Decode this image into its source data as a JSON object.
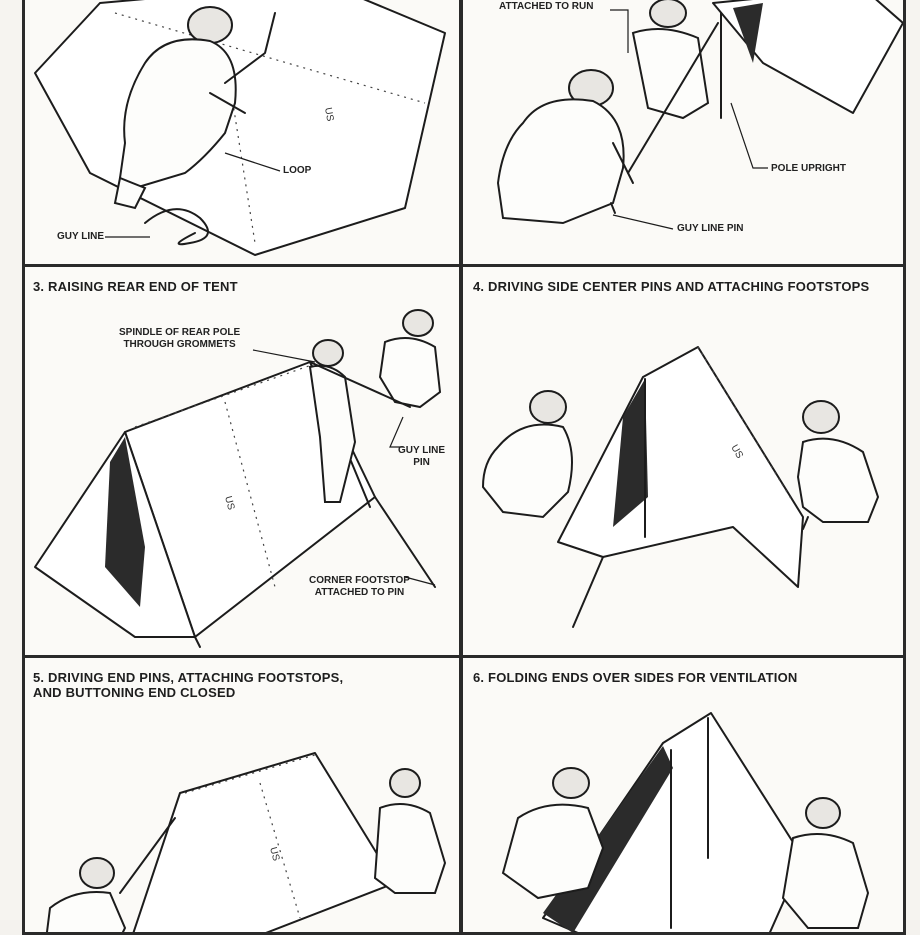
{
  "panels": {
    "p1": {
      "callouts": {
        "loop": "LOOP",
        "guy_line": "GUY LINE"
      }
    },
    "p2": {
      "callouts": {
        "attached_to_run": "ATTACHED TO RUN",
        "pole_upright": "POLE UPRIGHT",
        "guy_line_pin": "GUY LINE PIN"
      }
    },
    "p3": {
      "caption": "3. RAISING REAR END OF TENT",
      "callouts": {
        "spindle": "SPINDLE OF REAR POLE\nTHROUGH GROMMETS",
        "guy_line_pin": "GUY LINE\nPIN",
        "corner_footstop": "CORNER FOOTSTOP\nATTACHED TO PIN"
      }
    },
    "p4": {
      "caption": "4. DRIVING SIDE CENTER PINS AND ATTACHING FOOTSTOPS"
    },
    "p5": {
      "caption": "5. DRIVING END PINS, ATTACHING FOOTSTOPS,\n   AND BUTTONING END CLOSED"
    },
    "p6": {
      "caption": "6. FOLDING ENDS OVER SIDES FOR VENTILATION"
    }
  },
  "tent_marking": "US",
  "icons": [
    "soldier-figure",
    "helmet-icon",
    "tent-shelter",
    "tent-pole",
    "guy-line",
    "tent-pin"
  ]
}
